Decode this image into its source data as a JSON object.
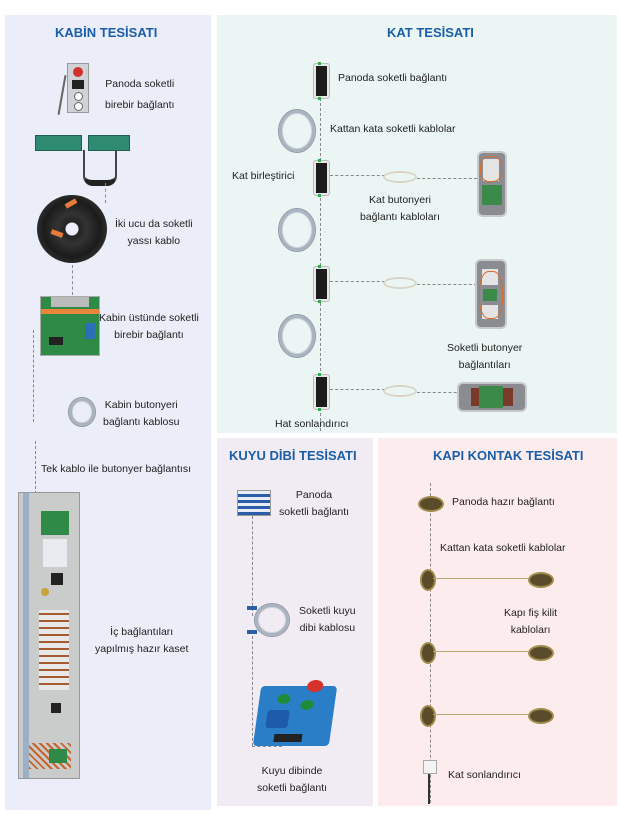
{
  "sections": {
    "kabin": {
      "title": "KABİN TESİSATI",
      "labels": {
        "panoda": [
          "Panoda soketli",
          "birebir bağlantı"
        ],
        "yassi": [
          "İki ucu da soketli",
          "yassı kablo"
        ],
        "kabin_ustu": [
          "Kabin üstünde soketli",
          "birebir bağlantı"
        ],
        "butonyer_kablo": [
          "Kabin butonyeri",
          "bağlantı kablosu"
        ],
        "tek_kablo": "Tek kablo ile butonyer bağlantısı",
        "kaset": [
          "İç bağlantıları",
          "yapılmış hazır kaset"
        ]
      }
    },
    "kat": {
      "title": "KAT TESİSATI",
      "labels": {
        "panoda": "Panoda soketli bağlantı",
        "kattan": "Kattan kata soketli kablolar",
        "birlestirici": "Kat birleştirici",
        "butonyer_kablo": [
          "Kat butonyeri",
          "bağlantı kabloları"
        ],
        "soketli_butonyer": [
          "Soketli butonyer",
          "bağlantıları"
        ],
        "hat_sonlandirici": "Hat sonlandırıcı"
      }
    },
    "kuyu": {
      "title": "KUYU DİBİ TESİSATI",
      "labels": {
        "panoda": [
          "Panoda",
          "soketli bağlantı"
        ],
        "kablo": [
          "Soketli kuyu",
          "dibi kablosu"
        ],
        "dibinde": [
          "Kuyu dibinde",
          "soketli bağlantı"
        ]
      }
    },
    "kapi": {
      "title": "KAPI KONTAK TESİSATI",
      "labels": {
        "panoda": "Panoda hazır bağlantı",
        "kattan": "Kattan kata soketli kablolar",
        "fis_kilit": [
          "Kapı fiş kilit",
          "kabloları"
        ],
        "sonlandirici": "Kat sonlandırıcı"
      }
    }
  },
  "colors": {
    "title": "#1a5ea8",
    "kabin_bg": "#ebedf8",
    "kat_bg": "#eaf5f4",
    "kuyu_bg": "#f1ebf4",
    "kapi_bg": "#fdeced"
  }
}
